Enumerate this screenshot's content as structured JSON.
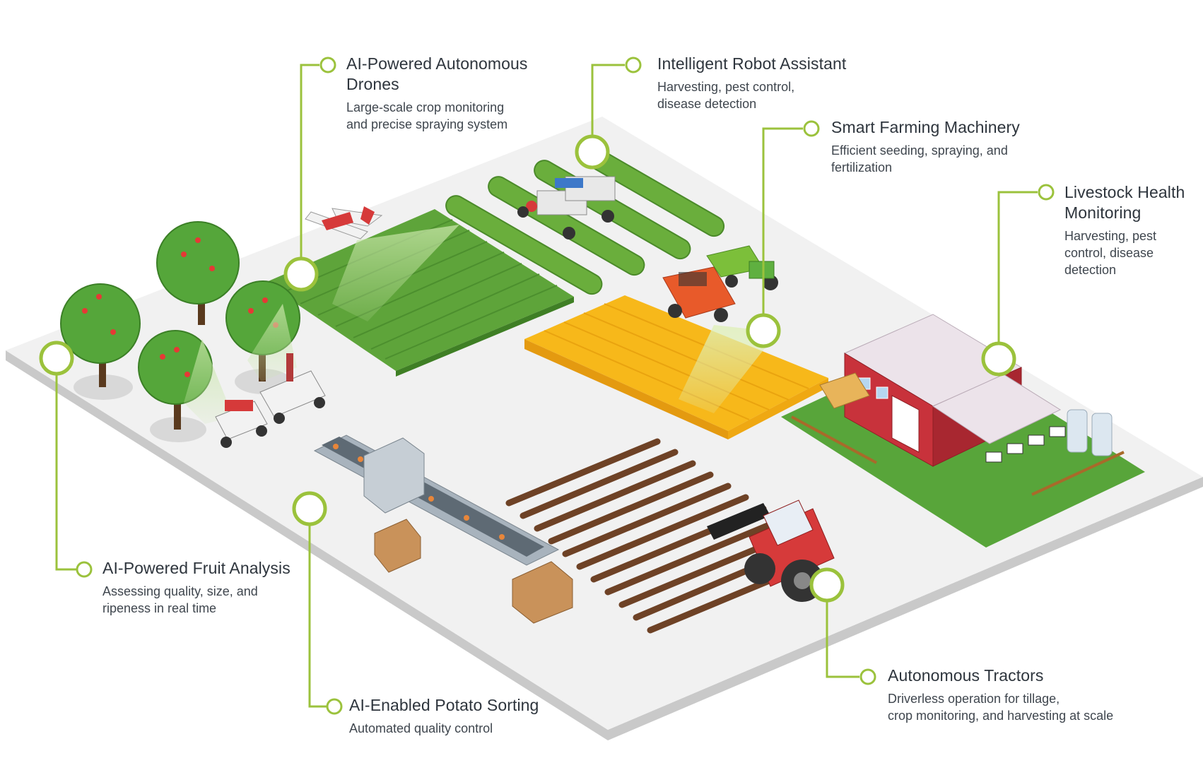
{
  "colors": {
    "connector": "#9bc23c",
    "platform_top": "#f1f1f1",
    "platform_side": "#c9c9c9",
    "field_green": "#5ea43a",
    "field_yellow": "#f7b81a",
    "soil": "#6e4226",
    "barn_red": "#c8323b",
    "barn_roof": "#ece3ea",
    "tree_green": "#55a63a",
    "title_text": "#2e353d",
    "desc_text": "#3f464e"
  },
  "callouts": {
    "drones": {
      "title_line1": "AI-Powered Autonomous",
      "title_line2": "Drones",
      "desc_line1": "Large-scale crop monitoring",
      "desc_line2": "and precise spraying system"
    },
    "robot": {
      "title": "Intelligent Robot Assistant",
      "desc_line1": "Harvesting, pest control,",
      "desc_line2": "disease detection"
    },
    "machinery": {
      "title": "Smart Farming Machinery",
      "desc_line1": "Efficient seeding, spraying, and",
      "desc_line2": "fertilization"
    },
    "livestock": {
      "title_line1": "Livestock Health",
      "title_line2": "Monitoring",
      "desc_line1": "Harvesting, pest",
      "desc_line2": "control, disease",
      "desc_line3": "detection"
    },
    "fruit": {
      "title": "AI-Powered Fruit Analysis",
      "desc_line1": "Assessing quality, size, and",
      "desc_line2": "ripeness in real time"
    },
    "potato": {
      "title": "AI-Enabled Potato Sorting",
      "desc_line1": "Automated quality control"
    },
    "tractors": {
      "title": "Autonomous Tractors",
      "desc_line1": "Driverless operation for tillage,",
      "desc_line2": "crop monitoring, and harvesting at scale"
    }
  }
}
